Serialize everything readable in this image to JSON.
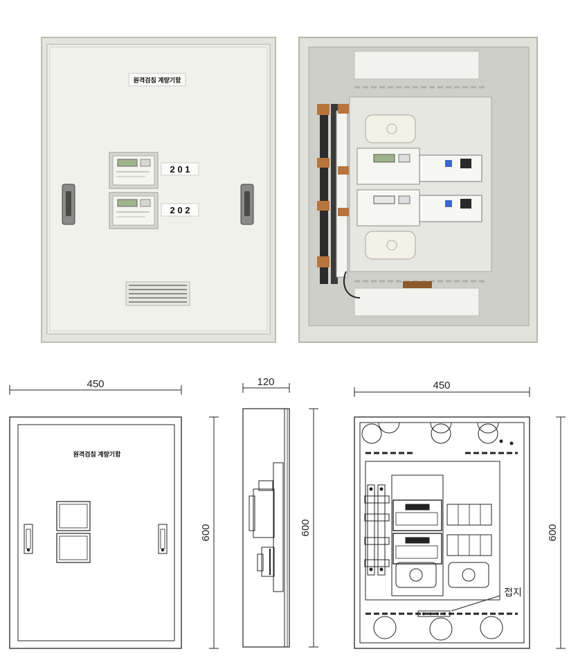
{
  "photo_front": {
    "door_label": "원격검침 계량기함",
    "unit_labels": [
      "2 0 1",
      "2 0 2"
    ]
  },
  "drawing_front": {
    "door_label": "원격검침 계량기함",
    "width_dim": "450",
    "height_dim": "600"
  },
  "drawing_side": {
    "depth_dim": "120",
    "height_dim": "600"
  },
  "drawing_interior": {
    "width_dim": "450",
    "height_dim": "600",
    "ground_label": "접지"
  },
  "colors": {
    "panel": "#ebebe6",
    "panel_edge": "#c9c9c2",
    "interior": "#d9d9d3",
    "line": "#222222"
  }
}
